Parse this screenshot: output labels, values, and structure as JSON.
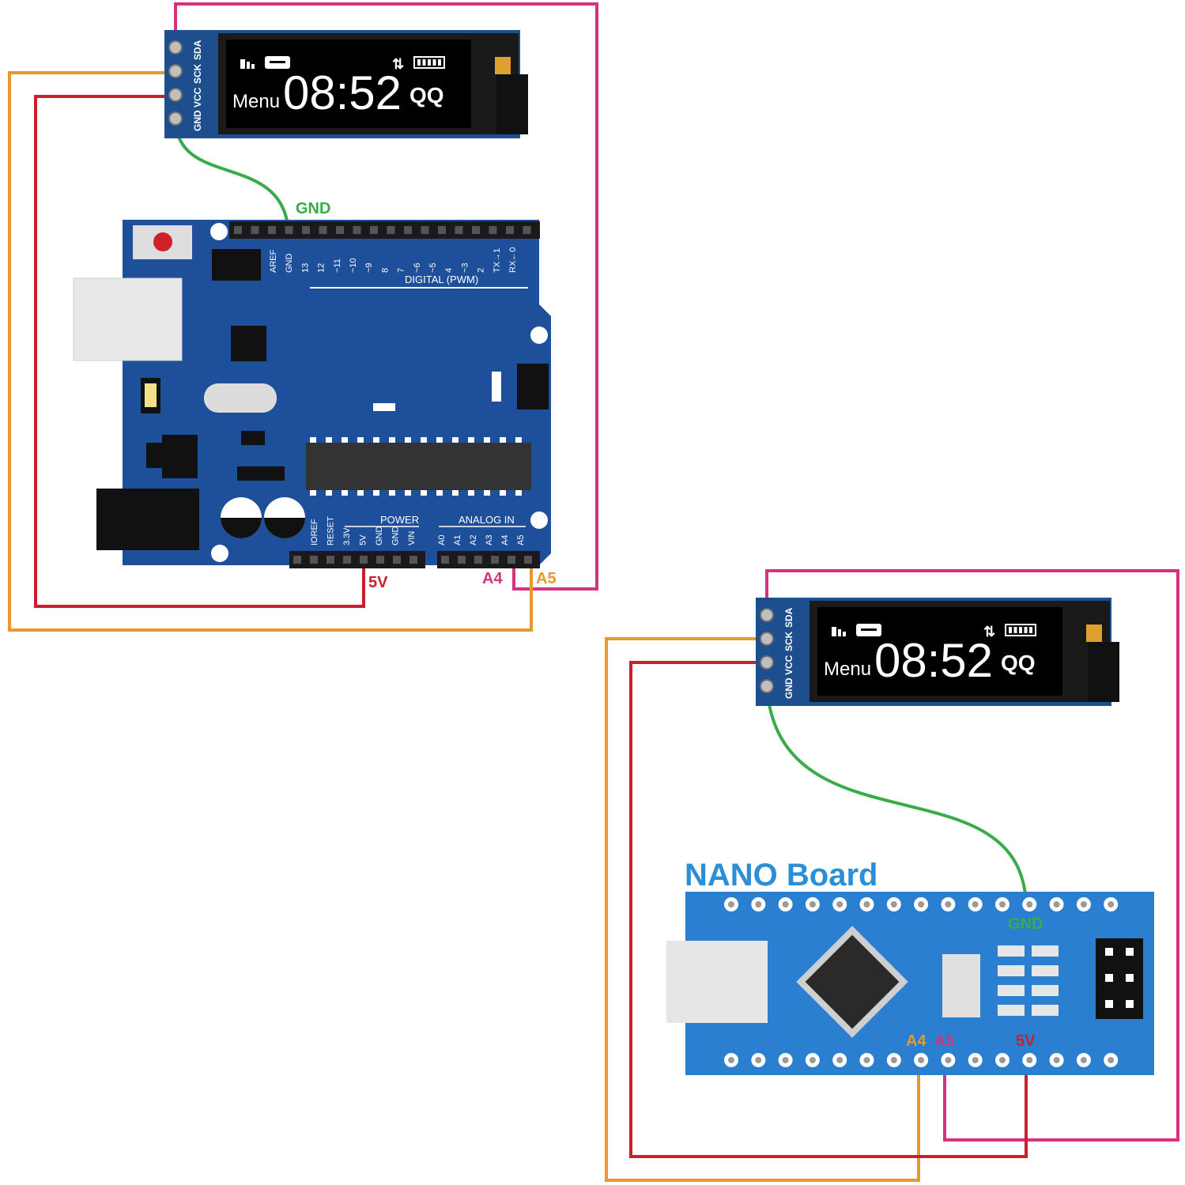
{
  "colors": {
    "sda": "#d6337f",
    "sck": "#e8982e",
    "vcc": "#c8202e",
    "gnd": "#3aab4a",
    "uno_board": "#1d4f9a",
    "nano_board": "#2a7fd0",
    "oled_pcb": "#1d4f8f",
    "nano_title": "#2a8fd6"
  },
  "oled": {
    "pins": [
      "GND",
      "VCC",
      "SCK",
      "SDA"
    ],
    "status_left": "Menu",
    "time": "08:52",
    "status_right": "QQ"
  },
  "uno": {
    "digital_header_label": "DIGITAL (PWM)",
    "digital_pins": [
      "AREF",
      "GND",
      "13",
      "12",
      "~11",
      "~10",
      "~9",
      "8",
      "7",
      "~6",
      "~5",
      "4",
      "~3",
      "2",
      "TX→1",
      "RX←0"
    ],
    "power_label": "POWER",
    "analog_label": "ANALOG IN",
    "power_pins": [
      "IOREF",
      "RESET",
      "3.3V",
      "5V",
      "GND",
      "GND",
      "VIN"
    ],
    "analog_pins": [
      "A0",
      "A1",
      "A2",
      "A3",
      "A4",
      "A5"
    ],
    "wire_labels": {
      "gnd": "GND",
      "vcc": "5V",
      "sda": "A4",
      "sck": "A5"
    }
  },
  "nano": {
    "title": "NANO Board",
    "wire_labels": {
      "gnd": "GND",
      "sck": "A4",
      "sda": "A5",
      "vcc": "5V"
    }
  }
}
